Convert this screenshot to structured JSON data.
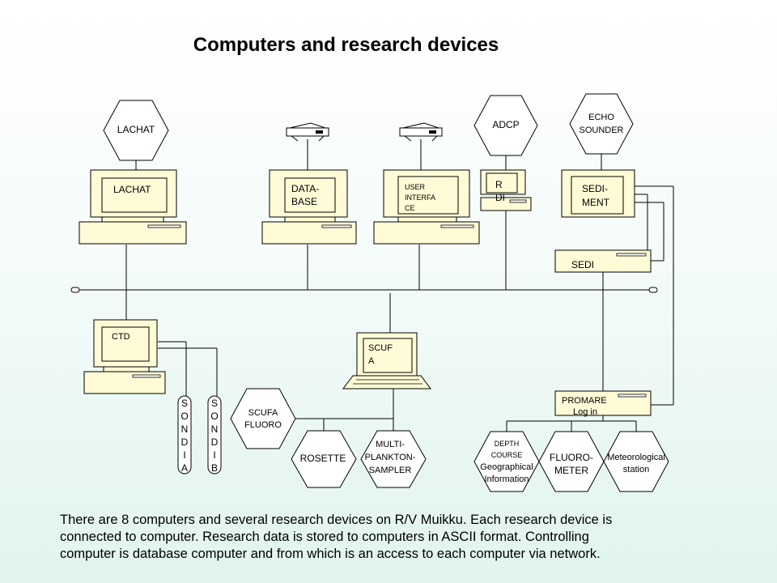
{
  "title": "Computers and research devices",
  "hexes": {
    "lachat_top": "LACHAT",
    "adcp": "ADCP",
    "echo_1": "ECHO",
    "echo_2": "SOUNDER",
    "scufa_1": "SCUFA",
    "scufa_2": "FLUORO",
    "rosette": "ROSETTE",
    "multi_1": "MULTI-",
    "multi_2": "PLANKTON-",
    "multi_3": "SAMPLER",
    "depth_1": "DEPTH",
    "depth_2": "COURSE",
    "depth_3": "Geographical",
    "depth_4": "Information",
    "fluoro_1": "FLUORO-",
    "fluoro_2": "METER",
    "meteo_1": "Meteorological",
    "meteo_2": "station"
  },
  "computers": {
    "lachat": "LACHAT",
    "database_1": "DATA-",
    "database_2": "BASE",
    "user_1": "USER",
    "user_2": "INTERFA",
    "user_3": "CE",
    "rdi_1": "R",
    "rdi_2": "DI",
    "sediment_1": "SEDI-",
    "sediment_2": "MENT",
    "ctd": "CTD",
    "scufa_1": "SCUF",
    "scufa_2": "A"
  },
  "devices": {
    "sedi": "SEDI",
    "promare_1": "PROMARE",
    "promare_2": "Log in"
  },
  "sondes": {
    "a": [
      "S",
      "O",
      "N",
      "D",
      "I",
      "A"
    ],
    "b": [
      "S",
      "O",
      "N",
      "D",
      "I",
      "B"
    ]
  },
  "caption": [
    "There are 8 computers and several research devices on R/V Muikku. Each research device is",
    "connected to computer. Research data is stored to computers in ASCII format. Controlling",
    "computer is database computer and from which is an access to each computer via network."
  ]
}
